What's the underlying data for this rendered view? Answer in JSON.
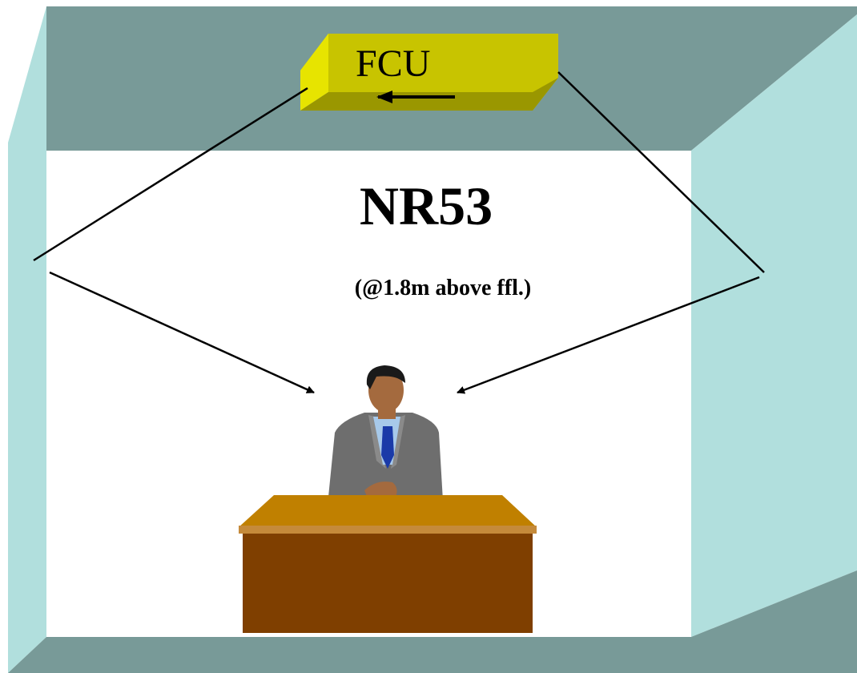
{
  "fcu": {
    "label": "FCU"
  },
  "rating": {
    "title": "NR53",
    "subtitle": "(@1.8m above ffl.)"
  },
  "colors": {
    "ceiling": "#789a98",
    "floor": "#789a98",
    "wall": "#b1dfdd",
    "room_back": "#ffffff",
    "fcu_front": "#c8c400",
    "fcu_top": "#d6d500",
    "fcu_bottom": "#9a9700",
    "fcu_side": "#e7e400",
    "desk_top": "#c08000",
    "desk_edge": "#c58a3a",
    "desk_front": "#7f3f00",
    "suit": "#6e6e6e",
    "shirt": "#a7c9ea",
    "tie": "#1a3aa8",
    "skin": "#a46a3e",
    "hair": "#1a1a1a"
  }
}
